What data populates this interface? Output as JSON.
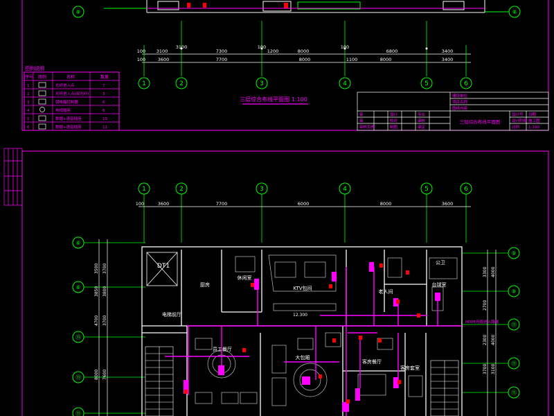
{
  "colors": {
    "background": "#000000",
    "frame": "#ff00ff",
    "grid": "#00ff00",
    "dimension": "#ffffff",
    "wall": "#ffffff",
    "cabling": "#ff00ff",
    "device": "#ff0000",
    "furniture": "#c0c0c0"
  },
  "upper_sheet": {
    "top_axis_labels": [
      "⑧",
      "⑧"
    ],
    "dim_row1": [
      "100",
      "3100",
      "3100",
      "7300",
      "100",
      "1200",
      "8000",
      "100",
      "6800",
      "3400"
    ],
    "dim_row2": [
      "100",
      "3600",
      "7700",
      "8000",
      "1100",
      "8000",
      "3400"
    ],
    "axis_numbers": [
      "1",
      "2",
      "3",
      "4",
      "5",
      "6"
    ],
    "drawing_title": "三层综合布线平面图 1:100",
    "legend": {
      "title": "图例说明",
      "headers": [
        "序号",
        "图例",
        "名称",
        "数量"
      ],
      "rows": [
        {
          "no": "1",
          "name": "光纤进入点",
          "qty": "7"
        },
        {
          "no": "2",
          "name": "光纤进入点(双光纤)",
          "qty": "3"
        },
        {
          "no": "3",
          "name": "弱电箱控制器",
          "qty": "6"
        },
        {
          "no": "4",
          "name": "电视插座",
          "qty": "6"
        },
        {
          "no": "5",
          "name": "数据+语音插座",
          "qty": "19"
        },
        {
          "no": "6",
          "name": "数据+语音插座",
          "qty": "11"
        }
      ]
    },
    "title_block": {
      "rows_left": [
        "审",
        "审",
        "审核负责"
      ],
      "mid_a": [
        "设计",
        "校对",
        "制图"
      ],
      "mid_b": [
        "专业",
        "审核",
        "审定"
      ],
      "right_header": [
        "建设单位",
        "项目名称",
        "图纸内容"
      ],
      "drawing_name": "三层综合布线平面图",
      "right_cells": [
        "设计号",
        "设计阶段",
        "施工图",
        "比例",
        "1:100",
        "日期"
      ]
    }
  },
  "lower_sheet": {
    "axis_numbers": [
      "1",
      "2",
      "3",
      "4",
      "5",
      "6"
    ],
    "dim_row": [
      "100",
      "3600",
      "7700",
      "6000",
      "8000",
      "3600"
    ],
    "left_axis_labels": [
      "⑥",
      "⑥",
      "⑪",
      "⑪",
      "⑪"
    ],
    "left_dims": [
      "3500",
      "3700",
      "3850",
      "4700",
      "3700",
      "8000",
      "7600",
      "3800"
    ],
    "right_axis_labels": [
      "⑨",
      "⑨",
      "⑪",
      "⑪",
      "⑪"
    ],
    "right_dims": [
      "3300",
      "4000",
      "2700",
      "4000",
      "2300",
      "3700",
      "3100"
    ],
    "rooms": {
      "elevator": "DT1",
      "office": "厨房",
      "lobby": "电梯前厅",
      "studio": "休闲室",
      "ktv": "KTV包间",
      "toilet": "公卫",
      "elder": "老人间",
      "billiards": "台球室",
      "staff_dining": "员工餐厅",
      "hall": "大包厢",
      "guest_hall": "客房餐厅",
      "guest_suite": "客房套室"
    },
    "elevation": "12.300",
    "cable_label": "HDPE光缆进入路线"
  }
}
